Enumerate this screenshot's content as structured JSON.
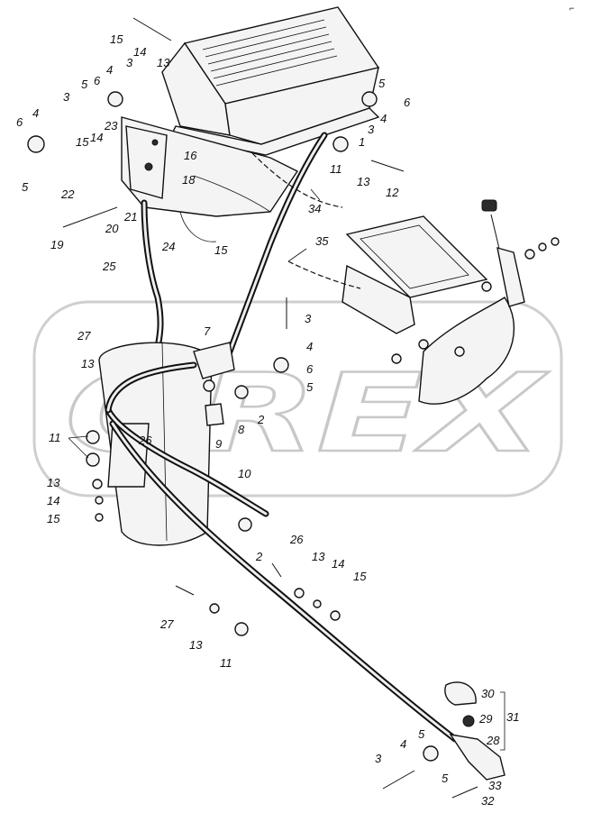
{
  "watermark": "OREX",
  "corner_mark": "⌐",
  "labels": [
    {
      "id": "l15a",
      "text": "15"
    },
    {
      "id": "l14a",
      "text": "14"
    },
    {
      "id": "l13a",
      "text": "13"
    },
    {
      "id": "l3a",
      "text": "3"
    },
    {
      "id": "l4a",
      "text": "4"
    },
    {
      "id": "l6a",
      "text": "6"
    },
    {
      "id": "l5a",
      "text": "5"
    },
    {
      "id": "l3b",
      "text": "3"
    },
    {
      "id": "l6b",
      "text": "6"
    },
    {
      "id": "l4b",
      "text": "4"
    },
    {
      "id": "l5b",
      "text": "5"
    },
    {
      "id": "l23",
      "text": "23"
    },
    {
      "id": "l15b",
      "text": "15"
    },
    {
      "id": "l14b",
      "text": "14"
    },
    {
      "id": "l22",
      "text": "22"
    },
    {
      "id": "l16",
      "text": "16"
    },
    {
      "id": "l18",
      "text": "18"
    },
    {
      "id": "l21",
      "text": "21"
    },
    {
      "id": "l20",
      "text": "20"
    },
    {
      "id": "l19",
      "text": "19"
    },
    {
      "id": "l24",
      "text": "24"
    },
    {
      "id": "l15c",
      "text": "15"
    },
    {
      "id": "l5c",
      "text": "5"
    },
    {
      "id": "l6c",
      "text": "6"
    },
    {
      "id": "l4c",
      "text": "4"
    },
    {
      "id": "l3c",
      "text": "3"
    },
    {
      "id": "l1",
      "text": "1"
    },
    {
      "id": "l11a",
      "text": "11"
    },
    {
      "id": "l13b",
      "text": "13"
    },
    {
      "id": "l12",
      "text": "12"
    },
    {
      "id": "l34",
      "text": "34"
    },
    {
      "id": "l35",
      "text": "35"
    },
    {
      "id": "l25",
      "text": "25"
    },
    {
      "id": "l3d",
      "text": "3"
    },
    {
      "id": "l4d",
      "text": "4"
    },
    {
      "id": "l6d",
      "text": "6"
    },
    {
      "id": "l5d",
      "text": "5"
    },
    {
      "id": "l27a",
      "text": "27"
    },
    {
      "id": "l7",
      "text": "7"
    },
    {
      "id": "l13c",
      "text": "13"
    },
    {
      "id": "l2a",
      "text": "2"
    },
    {
      "id": "l8",
      "text": "8"
    },
    {
      "id": "l9",
      "text": "9"
    },
    {
      "id": "l11b",
      "text": "11"
    },
    {
      "id": "l26a",
      "text": "26"
    },
    {
      "id": "l13d",
      "text": "13"
    },
    {
      "id": "l14c",
      "text": "14"
    },
    {
      "id": "l15d",
      "text": "15"
    },
    {
      "id": "l10",
      "text": "10"
    },
    {
      "id": "l2b",
      "text": "2"
    },
    {
      "id": "l26b",
      "text": "26"
    },
    {
      "id": "l13e",
      "text": "13"
    },
    {
      "id": "l14d",
      "text": "14"
    },
    {
      "id": "l15e",
      "text": "15"
    },
    {
      "id": "l27b",
      "text": "27"
    },
    {
      "id": "l13f",
      "text": "13"
    },
    {
      "id": "l11c",
      "text": "11"
    },
    {
      "id": "l30",
      "text": "30"
    },
    {
      "id": "l29",
      "text": "29"
    },
    {
      "id": "l31",
      "text": "31"
    },
    {
      "id": "l28",
      "text": "28"
    },
    {
      "id": "l5e",
      "text": "5"
    },
    {
      "id": "l4e",
      "text": "4"
    },
    {
      "id": "l3e",
      "text": "3"
    },
    {
      "id": "l5f",
      "text": "5"
    },
    {
      "id": "l33",
      "text": "33"
    },
    {
      "id": "l32",
      "text": "32"
    }
  ]
}
